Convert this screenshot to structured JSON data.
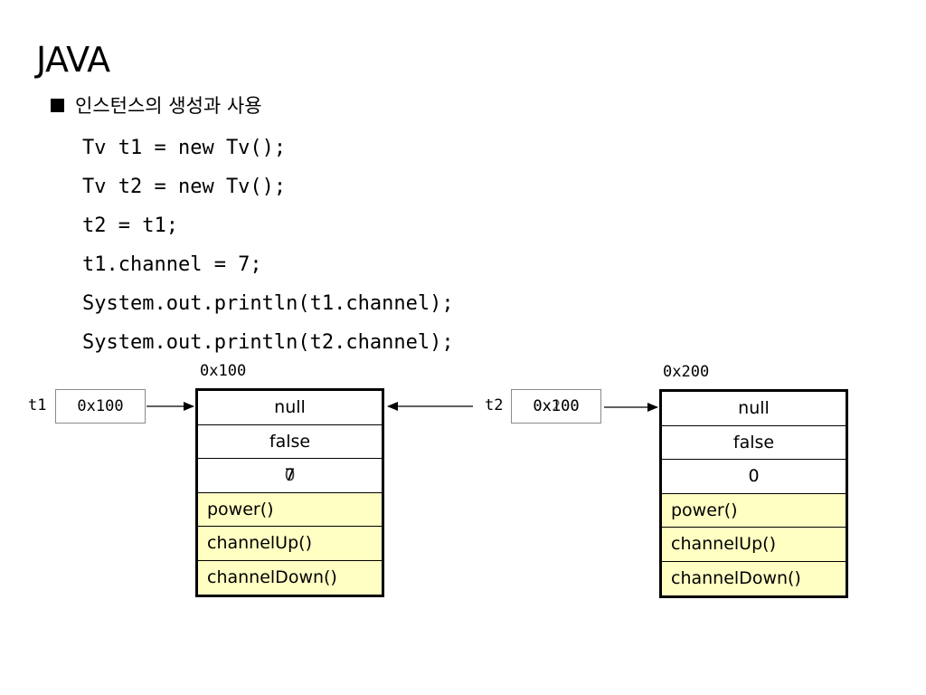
{
  "title": "JAVA",
  "heading": "인스턴스의 생성과 사용",
  "code": [
    "Tv t1 = new Tv();",
    "Tv t2 = new Tv();",
    "t2 = t1;",
    "t1.channel = 7;",
    "System.out.println(t1.channel);",
    "System.out.println(t2.channel);"
  ],
  "diagram": {
    "t1": {
      "name": "t1",
      "value": "0x100"
    },
    "t2": {
      "name": "t2",
      "value": "0x100",
      "previous_value": "0x200"
    },
    "objects": [
      {
        "address": "0x100",
        "fields": [
          "null",
          "false",
          "7"
        ],
        "channel_previous": "0",
        "methods": [
          "power()",
          "channelUp()",
          "channelDown()"
        ]
      },
      {
        "address": "0x200",
        "fields": [
          "null",
          "false",
          "0"
        ],
        "methods": [
          "power()",
          "channelUp()",
          "channelDown()"
        ]
      }
    ]
  },
  "colors": {
    "method_bg": "#ffffc3",
    "border": "#000000"
  }
}
